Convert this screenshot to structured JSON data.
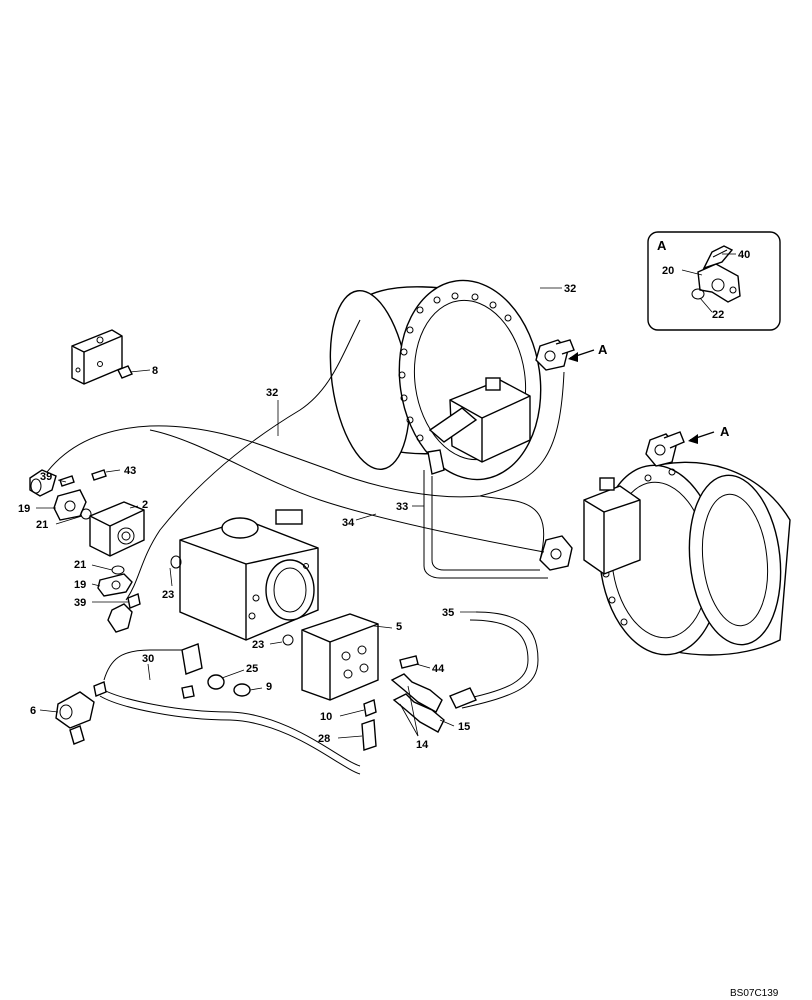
{
  "drawing_code": "BS07C139",
  "detail_view": {
    "title": "A",
    "callouts": [
      "40",
      "20",
      "22"
    ]
  },
  "view_arrows": [
    "A",
    "A"
  ],
  "callouts": [
    "32",
    "32",
    "8",
    "43",
    "39",
    "2",
    "19",
    "21",
    "21",
    "19",
    "39",
    "23",
    "33",
    "34",
    "35",
    "5",
    "23",
    "25",
    "9",
    "30",
    "6",
    "44",
    "10",
    "14",
    "15",
    "28"
  ]
}
